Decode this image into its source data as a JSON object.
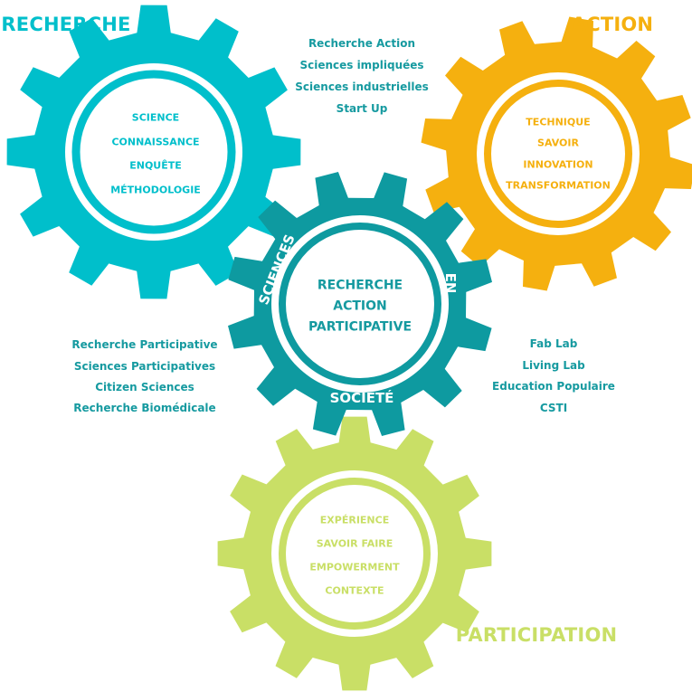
{
  "colors": {
    "recherche": "#00bfcb",
    "action": "#f5b00f",
    "center": "#0e9aa0",
    "participation": "#c9df66",
    "list": "#169aa0"
  },
  "titles": {
    "recherche": "RECHERCHE",
    "action": "ACTION",
    "participation": "PARTICIPATION"
  },
  "recherche_gear": [
    "SCIENCE",
    "CONNAISSANCE",
    "ENQUÊTE",
    "MÉTHODOLOGIE"
  ],
  "action_gear": [
    "TECHNIQUE",
    "SAVOIR",
    "INNOVATION",
    "TRANSFORMATION"
  ],
  "participation_gear": [
    "EXPÉRIENCE",
    "SAVOIR FAIRE",
    "EMPOWERMENT",
    "CONTEXTE"
  ],
  "center_gear": {
    "lines": [
      "RECHERCHE",
      "ACTION",
      "PARTICIPATIVE"
    ],
    "ring_left": "SCIENCES",
    "ring_right": "EN",
    "ring_bottom": "SOCIÉTÉ"
  },
  "lists": {
    "top": [
      "Recherche Action",
      "Sciences impliquées",
      "Sciences industrielles",
      "Start Up"
    ],
    "left": [
      "Recherche Participative",
      "Sciences Participatives",
      "Citizen Sciences",
      "Recherche Biomédicale"
    ],
    "right": [
      "Fab Lab",
      "Living Lab",
      "Education Populaire",
      "CSTI"
    ]
  }
}
